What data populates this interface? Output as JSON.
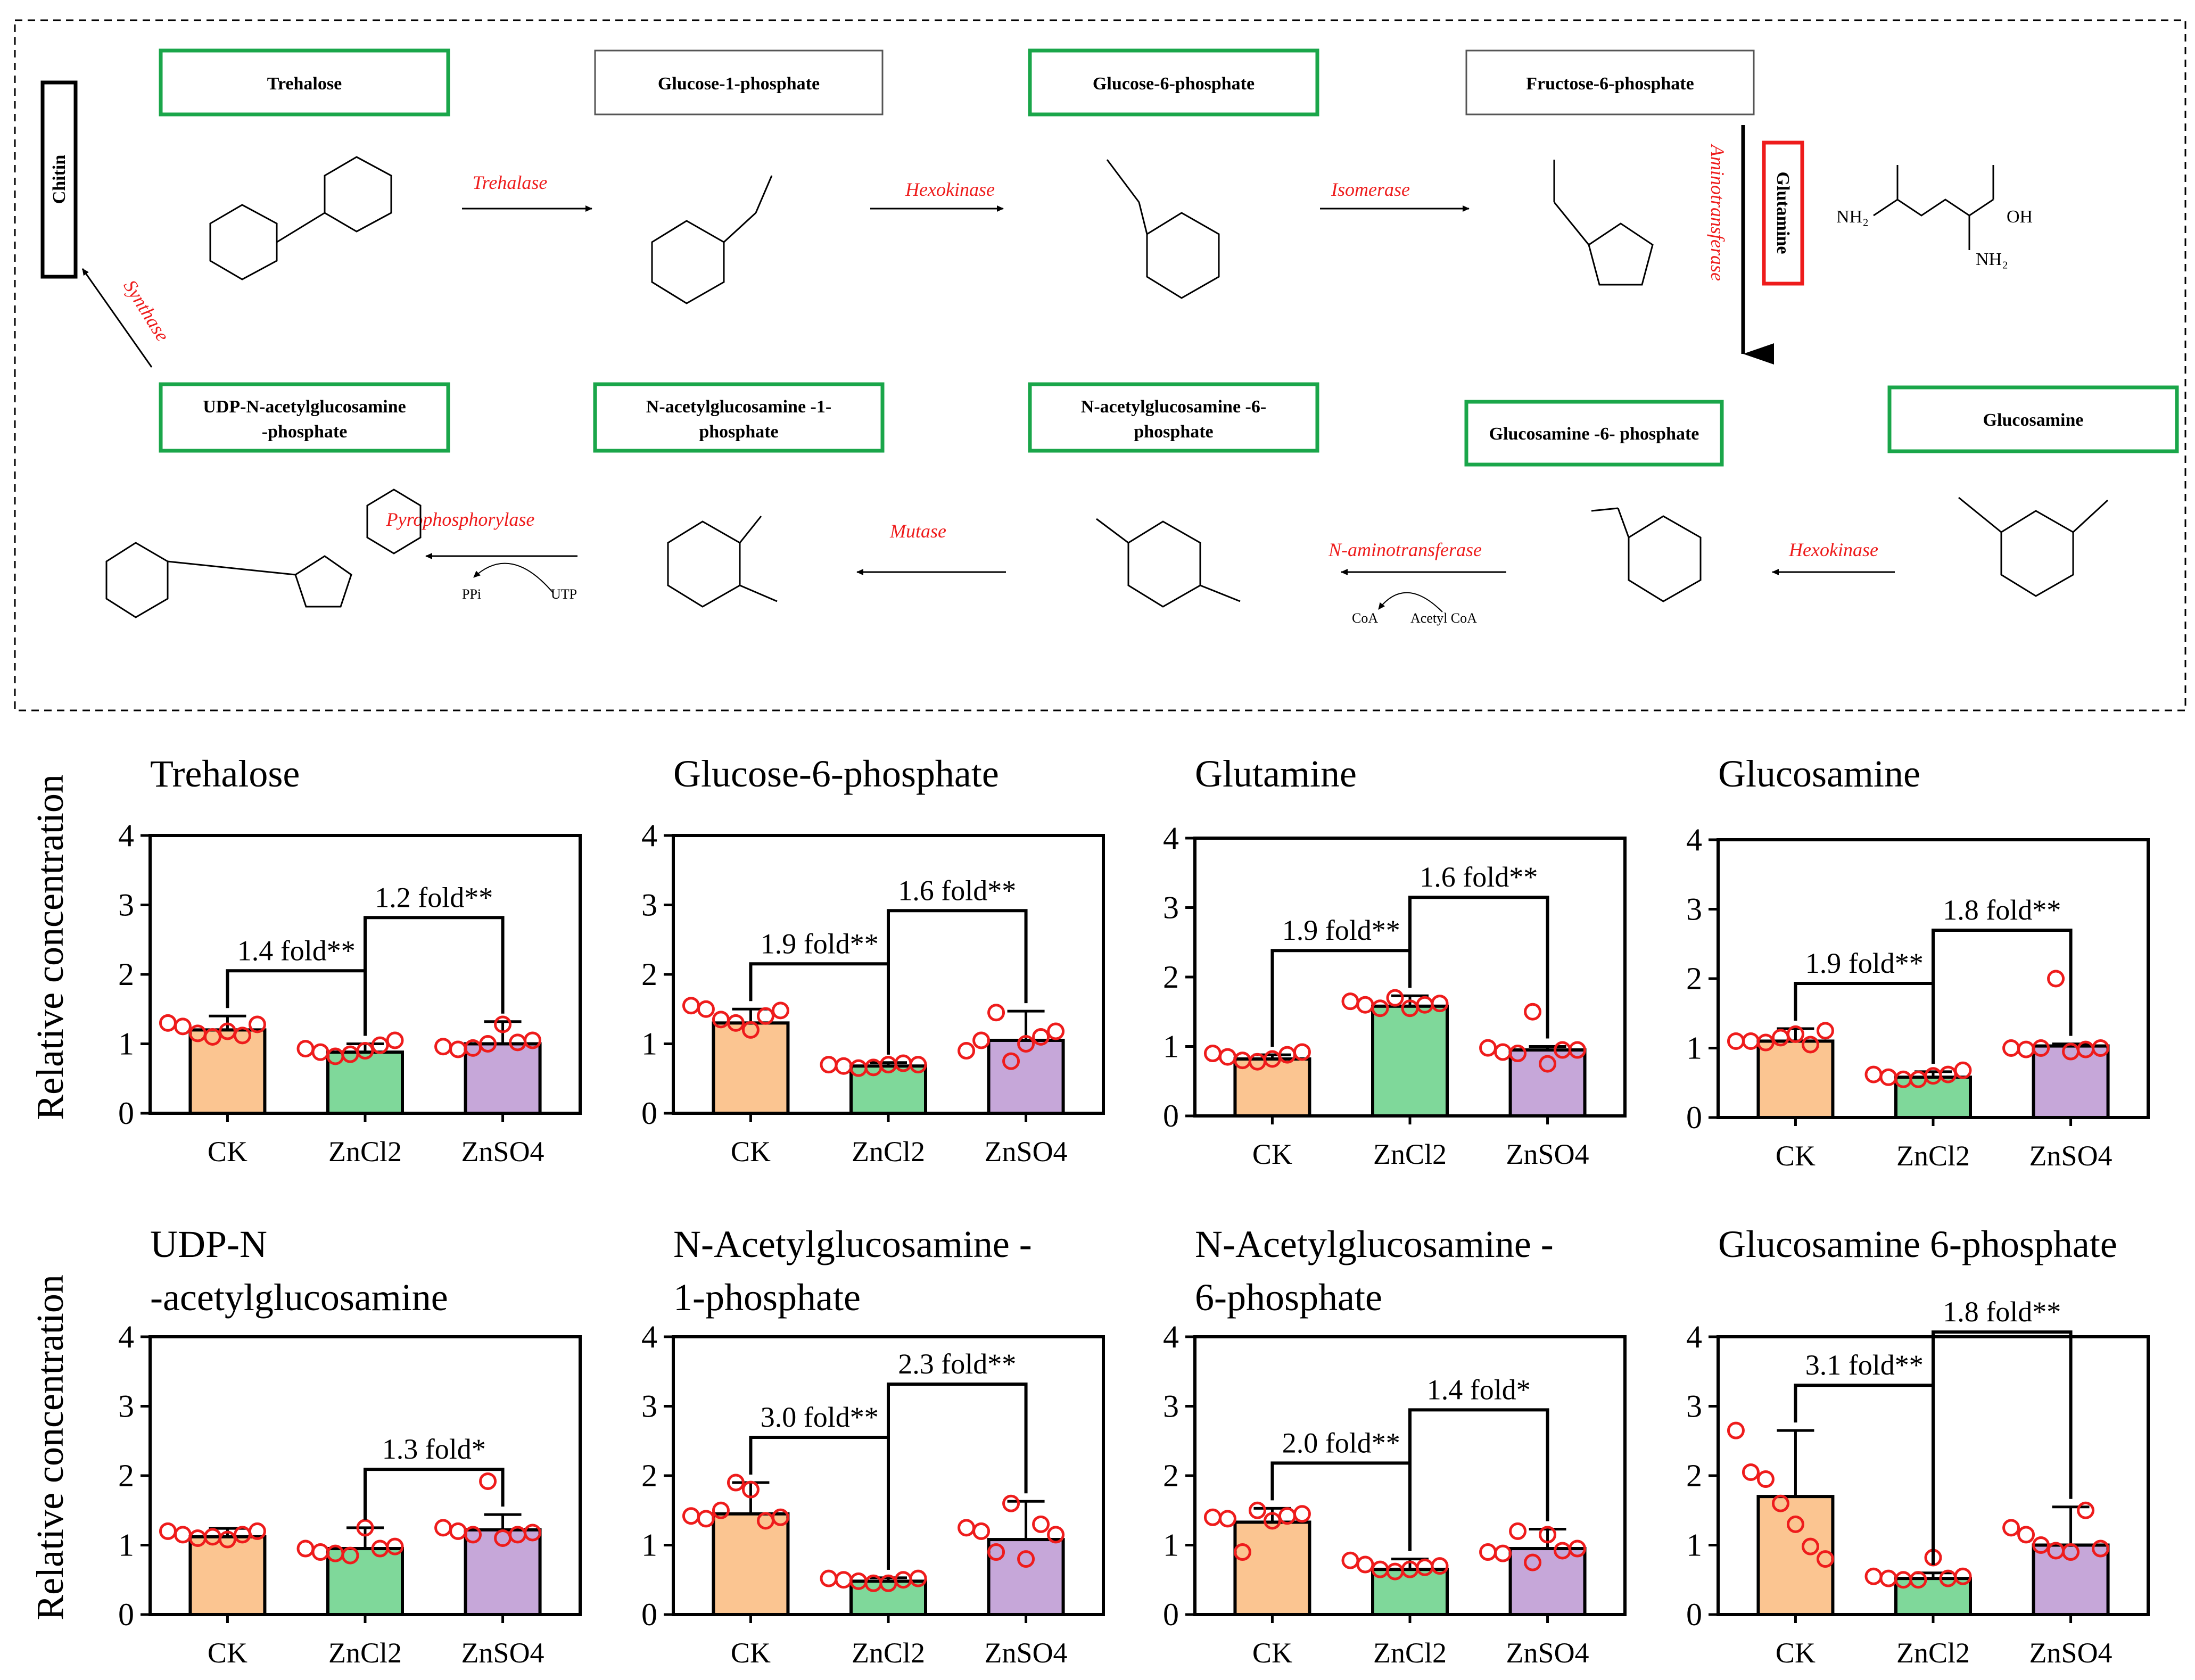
{
  "pathway": {
    "metabolites": {
      "trehalose": "Trehalose",
      "glucose_1_phosphate": "Glucose-1-phosphate",
      "glucose_6_phosphate": "Glucose-6-phosphate",
      "fructose_6_phosphate": "Fructose-6-phosphate",
      "glutamine": "Glutamine",
      "chitin": "Chitin",
      "udp_nag_line1": "UDP-N-acetylglucosamine",
      "udp_nag_line2": "-phosphate",
      "nag_1p_line1": "N-acetylglucosamine -1-",
      "nag_1p_line2": "phosphate",
      "nag_6p_line1": "N-acetylglucosamine -6-",
      "nag_6p_line2": "phosphate",
      "glucosamine_6p": "Glucosamine -6- phosphate",
      "glucosamine": "Glucosamine"
    },
    "enzymes": {
      "trehalase": "Trehalase",
      "hexokinase_top": "Hexokinase",
      "isomerase": "Isomerase",
      "aminotransferase": "Aminotransferase",
      "synthase": "Synthase",
      "pyrophosphorylase": "Pyrophosphorylase",
      "mutase": "Mutase",
      "n_aminotransferase": "N-aminotransferase",
      "hexokinase_bottom": "Hexokinase"
    },
    "cofactors": {
      "ppi": "PPi",
      "utp": "UTP",
      "coa": "CoA",
      "acetyl_coa": "Acetyl CoA"
    },
    "colors": {
      "measured_box": "#1aa64a",
      "glutamine_box": "#ee1c1c",
      "plain_box": "#555555",
      "enzyme_text": "#ee1c1c"
    }
  },
  "y_axis_label": "Relative concentration",
  "bar_colors": [
    "#fbc591",
    "#7fd89a",
    "#c6a7d9"
  ],
  "point_color": "#ee1c1c",
  "chart_data": [
    {
      "type": "bar",
      "title": [
        "Trehalose"
      ],
      "categories": [
        "CK",
        "ZnCl2",
        "ZnSO4"
      ],
      "values": [
        1.2,
        0.88,
        1.0
      ],
      "errors": [
        0.2,
        0.12,
        0.32
      ],
      "points": [
        [
          1.3,
          1.25,
          1.15,
          1.1,
          1.18,
          1.12,
          1.28
        ],
        [
          0.93,
          0.88,
          0.82,
          0.85,
          0.9,
          0.98,
          1.05
        ],
        [
          0.96,
          0.92,
          0.94,
          1.0,
          1.28,
          1.02,
          1.05
        ]
      ],
      "ylim": [
        0,
        4
      ],
      "yticks": [
        0,
        1,
        2,
        3,
        4
      ],
      "comparisons": [
        {
          "from": 0,
          "to": 1,
          "label": "1.4 fold**"
        },
        {
          "from": 1,
          "to": 2,
          "label": "1.2 fold**"
        }
      ]
    },
    {
      "type": "bar",
      "title": [
        "Glucose-6-phosphate"
      ],
      "categories": [
        "CK",
        "ZnCl2",
        "ZnSO4"
      ],
      "values": [
        1.3,
        0.68,
        1.05
      ],
      "errors": [
        0.2,
        0.05,
        0.42
      ],
      "points": [
        [
          1.55,
          1.5,
          1.35,
          1.3,
          1.2,
          1.4,
          1.48
        ],
        [
          0.7,
          0.68,
          0.65,
          0.66,
          0.7,
          0.72,
          0.7
        ],
        [
          0.9,
          1.05,
          1.45,
          0.75,
          1.0,
          1.1,
          1.18
        ]
      ],
      "ylim": [
        0,
        4
      ],
      "yticks": [
        0,
        1,
        2,
        3,
        4
      ],
      "comparisons": [
        {
          "from": 0,
          "to": 1,
          "label": "1.9 fold**"
        },
        {
          "from": 1,
          "to": 2,
          "label": "1.6 fold**"
        }
      ]
    },
    {
      "type": "bar",
      "title": [
        "Glutamine"
      ],
      "categories": [
        "CK",
        "ZnCl2",
        "ZnSO4"
      ],
      "values": [
        0.82,
        1.58,
        0.95
      ],
      "errors": [
        0.06,
        0.15,
        0.05
      ],
      "points": [
        [
          0.9,
          0.85,
          0.8,
          0.78,
          0.82,
          0.88,
          0.92
        ],
        [
          1.65,
          1.6,
          1.55,
          1.7,
          1.55,
          1.6,
          1.62
        ],
        [
          0.98,
          0.92,
          0.9,
          1.5,
          0.75,
          0.95,
          0.95
        ]
      ],
      "ylim": [
        0,
        4
      ],
      "yticks": [
        0,
        1,
        2,
        3,
        4
      ],
      "comparisons": [
        {
          "from": 0,
          "to": 1,
          "label": "1.9 fold**"
        },
        {
          "from": 1,
          "to": 2,
          "label": "1.6 fold**"
        }
      ]
    },
    {
      "type": "bar",
      "title": [
        "Glucosamine"
      ],
      "categories": [
        "CK",
        "ZnCl2",
        "ZnSO4"
      ],
      "values": [
        1.1,
        0.58,
        1.03
      ],
      "errors": [
        0.18,
        0.08,
        0.03
      ],
      "points": [
        [
          1.1,
          1.1,
          1.08,
          1.15,
          1.2,
          1.05,
          1.25
        ],
        [
          0.62,
          0.58,
          0.55,
          0.55,
          0.6,
          0.62,
          0.68
        ],
        [
          1.0,
          0.98,
          1.0,
          2.0,
          0.95,
          0.98,
          1.0
        ]
      ],
      "ylim": [
        0,
        4
      ],
      "yticks": [
        0,
        1,
        2,
        3,
        4
      ],
      "comparisons": [
        {
          "from": 0,
          "to": 1,
          "label": "1.9 fold**"
        },
        {
          "from": 1,
          "to": 2,
          "label": "1.8 fold**"
        }
      ]
    },
    {
      "type": "bar",
      "title": [
        "UDP-N",
        "-acetylglucosamine"
      ],
      "categories": [
        "CK",
        "ZnCl2",
        "ZnSO4"
      ],
      "values": [
        1.12,
        0.95,
        1.22
      ],
      "errors": [
        0.12,
        0.3,
        0.22
      ],
      "points": [
        [
          1.2,
          1.15,
          1.1,
          1.12,
          1.08,
          1.15,
          1.2
        ],
        [
          0.95,
          0.9,
          0.88,
          0.85,
          1.25,
          0.95,
          0.98
        ],
        [
          1.25,
          1.2,
          1.15,
          1.92,
          1.1,
          1.15,
          1.18
        ]
      ],
      "ylim": [
        0,
        4
      ],
      "yticks": [
        0,
        1,
        2,
        3,
        4
      ],
      "comparisons": [
        {
          "from": 1,
          "to": 2,
          "label": "1.3 fold*"
        }
      ]
    },
    {
      "type": "bar",
      "title": [
        "N-Acetylglucosamine -",
        "1-phosphate"
      ],
      "categories": [
        "CK",
        "ZnCl2",
        "ZnSO4"
      ],
      "values": [
        1.45,
        0.48,
        1.08
      ],
      "errors": [
        0.45,
        0.05,
        0.55
      ],
      "points": [
        [
          1.42,
          1.38,
          1.5,
          1.9,
          1.8,
          1.35,
          1.4
        ],
        [
          0.52,
          0.5,
          0.48,
          0.45,
          0.45,
          0.5,
          0.52
        ],
        [
          1.25,
          1.2,
          0.9,
          1.6,
          0.8,
          1.3,
          1.15
        ]
      ],
      "ylim": [
        0,
        4
      ],
      "yticks": [
        0,
        1,
        2,
        3,
        4
      ],
      "comparisons": [
        {
          "from": 0,
          "to": 1,
          "label": "3.0 fold**"
        },
        {
          "from": 1,
          "to": 2,
          "label": "2.3 fold**"
        }
      ]
    },
    {
      "type": "bar",
      "title": [
        "N-Acetylglucosamine -",
        "6-phosphate"
      ],
      "categories": [
        "CK",
        "ZnCl2",
        "ZnSO4"
      ],
      "values": [
        1.33,
        0.65,
        0.95
      ],
      "errors": [
        0.2,
        0.15,
        0.28
      ],
      "points": [
        [
          1.4,
          1.38,
          0.9,
          1.5,
          1.35,
          1.42,
          1.45
        ],
        [
          0.78,
          0.72,
          0.65,
          0.62,
          0.65,
          0.68,
          0.7
        ],
        [
          0.9,
          0.88,
          1.2,
          0.75,
          1.15,
          0.92,
          0.95
        ]
      ],
      "ylim": [
        0,
        4
      ],
      "yticks": [
        0,
        1,
        2,
        3,
        4
      ],
      "comparisons": [
        {
          "from": 0,
          "to": 1,
          "label": "2.0 fold**"
        },
        {
          "from": 1,
          "to": 2,
          "label": "1.4 fold*"
        }
      ]
    },
    {
      "type": "bar",
      "title": [
        "Glucosamine 6-phosphate"
      ],
      "categories": [
        "CK",
        "ZnCl2",
        "ZnSO4"
      ],
      "values": [
        1.7,
        0.52,
        1.0
      ],
      "errors": [
        0.95,
        0.08,
        0.55
      ],
      "points": [
        [
          2.65,
          2.05,
          1.95,
          1.6,
          1.3,
          0.98,
          0.8
        ],
        [
          0.55,
          0.52,
          0.5,
          0.5,
          0.82,
          0.52,
          0.55
        ],
        [
          1.25,
          1.15,
          1.0,
          0.92,
          0.9,
          1.5,
          0.95
        ]
      ],
      "ylim": [
        0,
        4
      ],
      "yticks": [
        0,
        1,
        2,
        3,
        4
      ],
      "comparisons": [
        {
          "from": 0,
          "to": 1,
          "label": "3.1 fold**"
        },
        {
          "from": 1,
          "to": 2,
          "label": "1.8 fold**"
        }
      ]
    }
  ]
}
